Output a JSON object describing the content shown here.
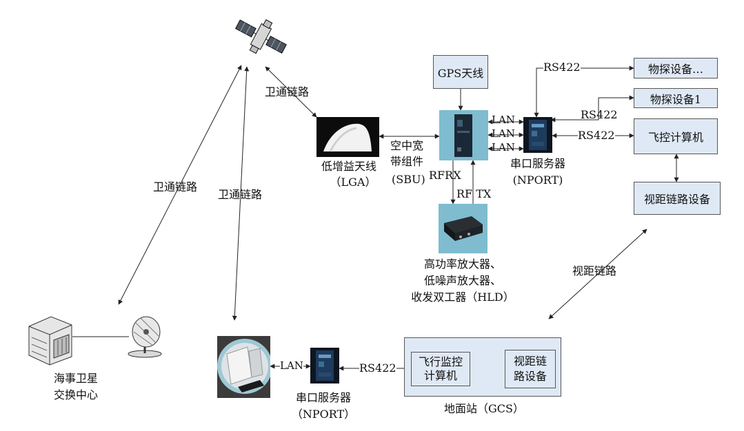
{
  "boxes": {
    "gps": "GPS天线",
    "geo_etc": "物探设备…",
    "geo_1": "物探设备1",
    "flight_ctrl": "飞控计算机",
    "los_device": "视距链路设备",
    "gcs_monitor_line1": "飞行监控",
    "gcs_monitor_line2": "计算机",
    "gcs_los_line1": "视距链",
    "gcs_los_line2": "路设备"
  },
  "labels": {
    "satcom_link": "卫通链路",
    "lga_name": "低增益天线",
    "lga_abbr": "（LGA）",
    "sbu_line1": "空中宽",
    "sbu_line2": "带组件",
    "sbu_abbr": "(SBU)",
    "rfrx": "RFRX",
    "rf_tx": "RF  TX",
    "lan": "LAN",
    "rs422": "RS422",
    "nport_name": "串口服务器",
    "nport_abbr": "(NPORT)",
    "nport_abbr_ground": "（NPORT）",
    "hld_line1": "高功率放大器、",
    "hld_line2": "低噪声放大器、",
    "hld_line3": "收发双工器（HLD）",
    "los_link": "视距链路",
    "maritime_line1": "海事卫星",
    "maritime_line2": "交换中心",
    "gcs_name": "地面站（GCS）"
  },
  "colors": {
    "box_fill": "#dfe9f5",
    "line": "#222222",
    "device_teal": "#7fbccf",
    "device_dark": "#1b2836"
  }
}
